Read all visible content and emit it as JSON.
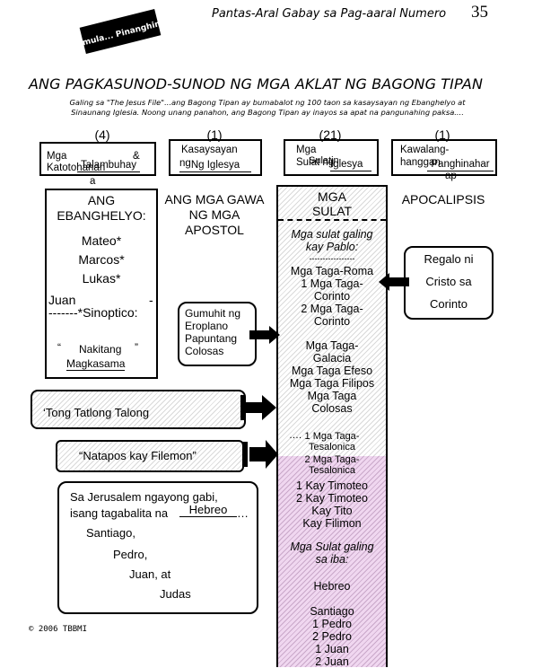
{
  "header": {
    "running_title": "Pantas-Aral Gabay sa Pag-aaral Numero",
    "page_number": "35",
    "logo_text": "Ang Simula... Pinanghimangle"
  },
  "title": "ANG PAGKASUNOD-SUNOD NG MGA AKLAT NG BAGONG TIPAN",
  "subtitle_line1": "Galing sa \"The Jesus File\"...ang Bagong Tipan ay bumabalot ng 100 taon sa kasaysayan ng Ebanghelyo at",
  "subtitle_line2": "Sinaunang Iglesia.  Noong unang panahon, ang Bagong Tipan ay inayos sa apat na pangunahing paksa....",
  "columns": [
    {
      "count": "(4)",
      "header_l1": "Mga",
      "header_amp": "&",
      "header_l2": "Katotohanan",
      "header_blank": "Talambuhay",
      "header_l3": "a"
    },
    {
      "count": "(1)",
      "header_l1": "Kasaysayan",
      "header_l2": "ng",
      "header_blank": "Ng Iglesya"
    },
    {
      "count": "(21)",
      "header_l1": "Mga",
      "header_l2": "Sulat ng",
      "header_blank": "Sulatin",
      "header_blank2": "Iglesya"
    },
    {
      "count": "(1)",
      "header_l1": "Kawalang-",
      "header_l2": "hanggan",
      "header_blank": "Panghinahar",
      "header_l3": "ap"
    }
  ],
  "gospels": {
    "title": "ANG EBANGHELYO:",
    "items": [
      "Mateo*",
      "Marcos*",
      "Lukas*"
    ],
    "juan": "Juan",
    "juan_dash": "-",
    "synoptic": "-------*Sinoptico:",
    "nakitang_open": "“",
    "nakitang": "Nakitang",
    "nakitang_close": "”",
    "magkasama": "Magkasama"
  },
  "acts": {
    "line1": "ANG MGA GAWA",
    "line2": "NG MGA",
    "line3": "APOSTOL"
  },
  "letters": {
    "title_l1": "MGA",
    "title_l2": "SULAT",
    "paul_l1": "Mga sulat galing",
    "paul_l2": "kay Pablo:",
    "paul_rule": "-----------------",
    "roma": "Mga Taga-Roma",
    "cor1_l1": "1 Mga Taga-",
    "cor1_l2": "Corinto",
    "cor2_l1": "2 Mga Taga-",
    "cor2_l2": "Corinto",
    "gal_l1": "Mga Taga-",
    "gal_l2": "Galacia",
    "efeso": "Mga Taga Efeso",
    "filipos": "Mga Taga Filipos",
    "col_l1": "Mga Taga",
    "col_l2": "Colosas",
    "thes_dots": "….",
    "thes1_l1": "1 Mga Taga-",
    "thes1_l2": "Tesalonica",
    "thes2_l1": "2 Mga Taga-",
    "thes2_l2": "Tesalonica",
    "tim1": "1 Kay Timoteo",
    "tim2": "2 Kay Timoteo",
    "tito": "Kay Tito",
    "filimon": "Kay Filimon",
    "others_l1": "Mga Sulat galing",
    "others_l2": "sa iba:",
    "hebreo": "Hebreo",
    "santiago": "Santiago",
    "pedro1": "1 Pedro",
    "pedro2": "2 Pedro",
    "juan1": "1 Juan",
    "juan2": "2 Juan"
  },
  "apocalypse": {
    "title": "APOCALIPSIS"
  },
  "regalo": {
    "line1": "Regalo ni",
    "line2": "Cristo sa",
    "line3": "Corinto"
  },
  "gumuhit": {
    "lines": [
      "Gumuhit ng",
      "Eroplano",
      "Papuntang",
      "Colosas"
    ]
  },
  "tatlong": "‘Tong  Tatlong  Talong",
  "filemon": "“Natapos kay  Filemon”",
  "jerusalem": {
    "line1": "Sa Jerusalem ngayong gabi,",
    "line2": "isang tagabalita na",
    "blank": "Hebreo",
    "ellipsis": "…",
    "names": [
      "Santiago,",
      "Pedro,",
      "Juan, at",
      "Judas"
    ]
  },
  "footer": "© 2006 TBBMI"
}
